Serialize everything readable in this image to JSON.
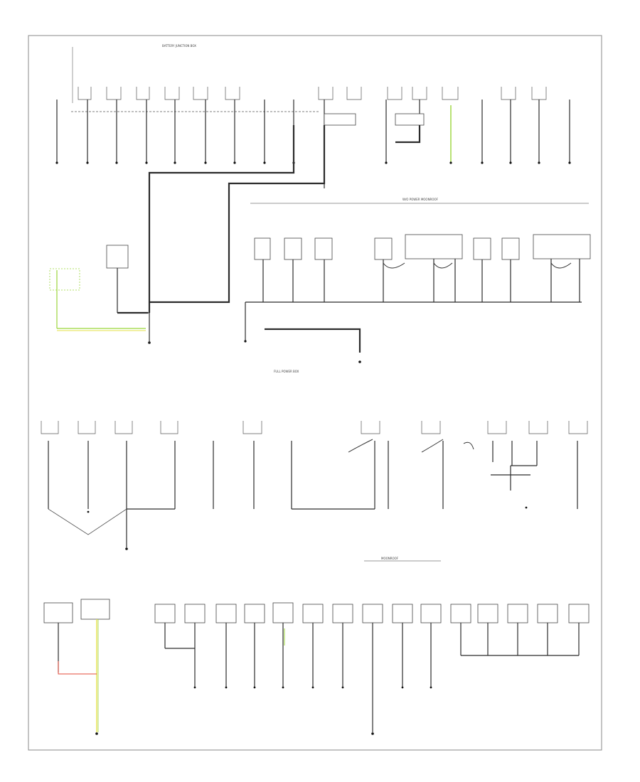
{
  "diagram": {
    "title": "Ground Distribution Wiring Diagram",
    "footer_code": "",
    "colors": {
      "wire": "#2b2b2b",
      "green": "#9bd63a",
      "yellow": "#e6e04a",
      "red": "#e34a3a",
      "frame": "#888888"
    },
    "section_headers": [
      "BATTERY JUNCTION BOX",
      "W/O POWER MOONROOF",
      "FULL POWER BOX",
      "MOONROOF"
    ]
  }
}
